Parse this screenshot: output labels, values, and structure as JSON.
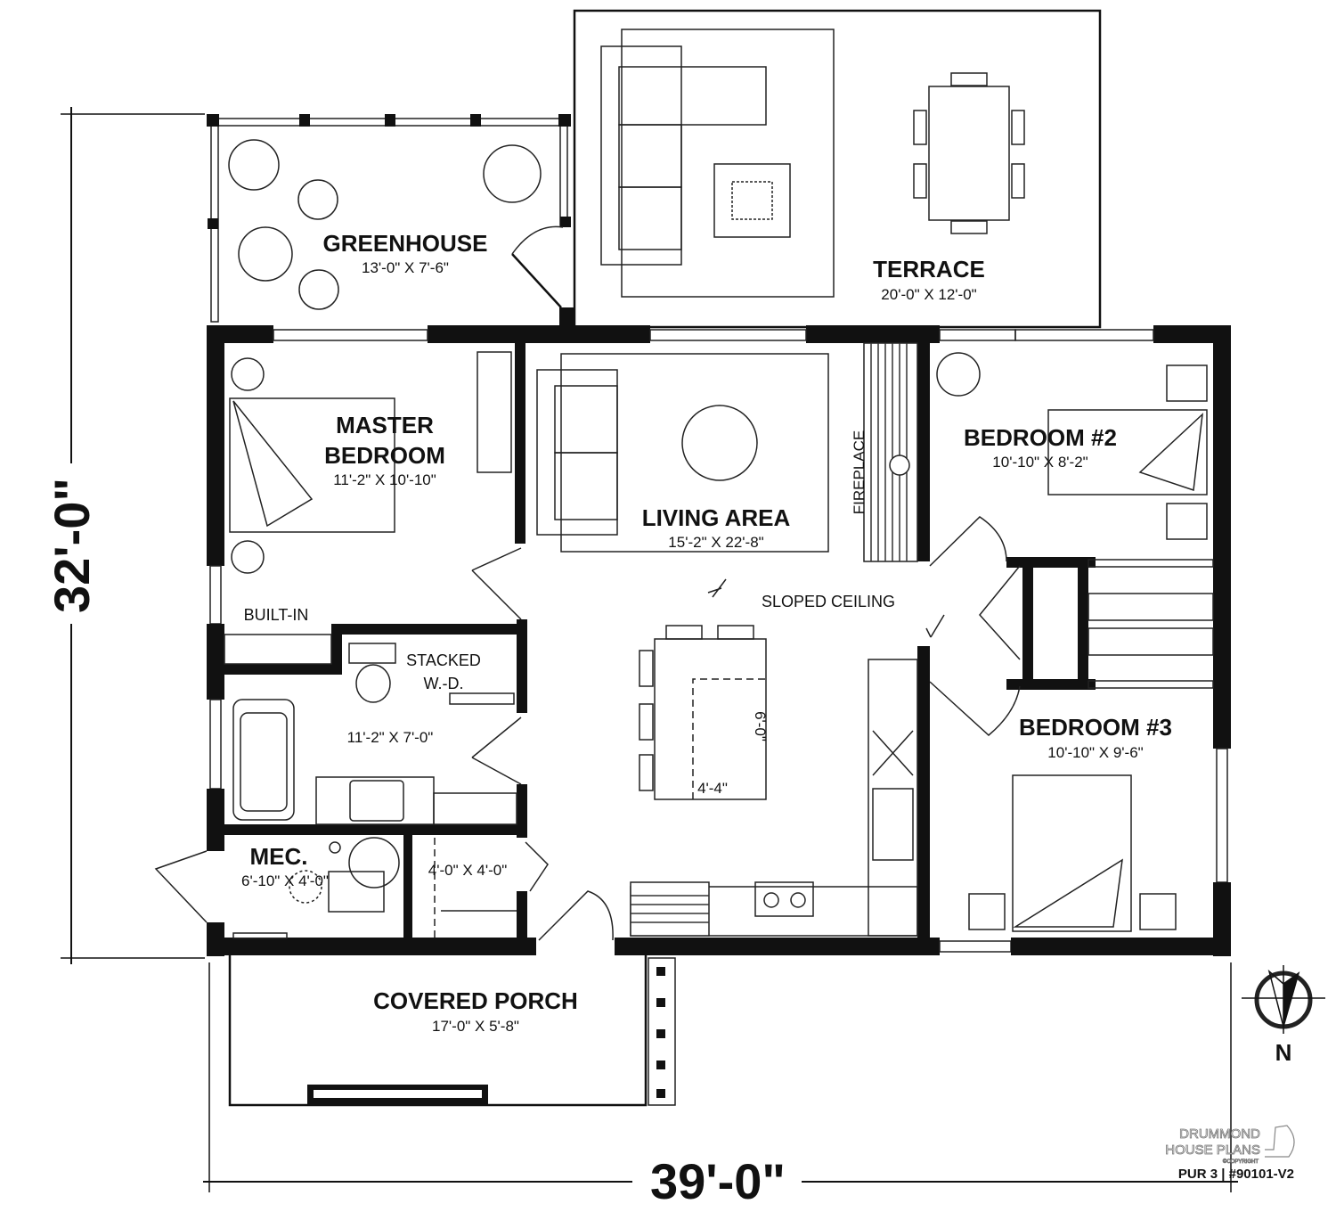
{
  "plan": {
    "overall_depth": "32'-0\"",
    "overall_width": "39'-0\"",
    "rooms": {
      "greenhouse": {
        "name": "GREENHOUSE",
        "size": "13'-0\" X 7'-6\""
      },
      "terrace": {
        "name": "TERRACE",
        "size": "20'-0\" X 12'-0\""
      },
      "master_bedroom": {
        "name_line1": "MASTER",
        "name_line2": "BEDROOM",
        "size": "11'-2\" X 10'-10\""
      },
      "living_area": {
        "name": "LIVING AREA",
        "size": "15'-2\" X 22'-8\""
      },
      "bedroom2": {
        "name": "BEDROOM #2",
        "size": "10'-10\" X 8'-2\""
      },
      "bedroom3": {
        "name": "BEDROOM #3",
        "size": "10'-10\" X 9'-6\""
      },
      "bathroom": {
        "size": "11'-2\" X 7'-0\""
      },
      "mec": {
        "name": "MEC.",
        "size": "6'-10\" X 4'-0\""
      },
      "closet": {
        "size": "4'-0\" X 4'-0\""
      },
      "covered_porch": {
        "name": "COVERED PORCH",
        "size": "17'-0\" X 5'-8\""
      }
    },
    "notes": {
      "fireplace": "FIREPLACE",
      "sloped_ceiling": "SLOPED CEILING",
      "built_in": "BUILT-IN",
      "stacked_line1": "STACKED",
      "stacked_line2": "W.-D.",
      "island_depth": "6'-0\"",
      "island_width": "4'-4\""
    },
    "compass": {
      "label": "N"
    },
    "watermark": {
      "line1": "DRUMMOND",
      "line2": "HOUSE PLANS",
      "line3": "©COPYRIGHT",
      "plan_code": "PUR 3 | #90101-V2"
    }
  }
}
